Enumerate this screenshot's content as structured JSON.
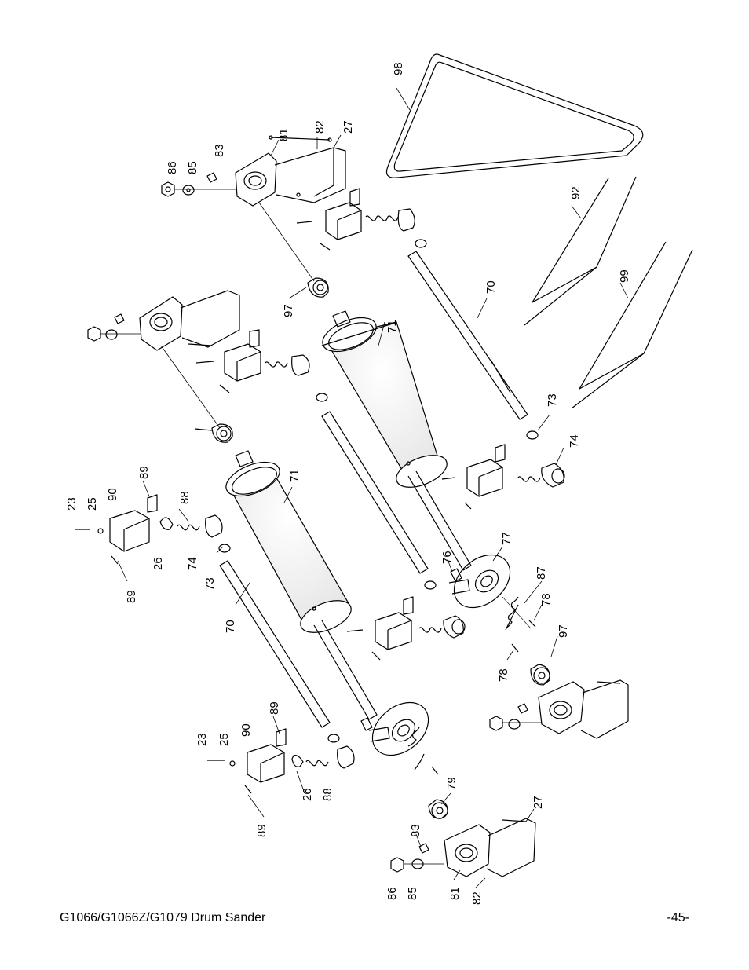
{
  "footer": {
    "manual_title": "G1066/G1066Z/G1079 Drum Sander",
    "page_number": "-45-"
  },
  "callouts": {
    "c98": "98",
    "c82a": "82",
    "c27a": "27",
    "c81a": "81",
    "c83a": "83",
    "c85a": "85",
    "c86a": "86",
    "c92": "92",
    "c99": "99",
    "c70a": "70",
    "c71a": "71",
    "c97a": "97",
    "c73a": "73",
    "c74a": "74",
    "c23a": "23",
    "c25a": "25",
    "c90a": "90",
    "c89a": "89",
    "c88a": "88",
    "c26a": "26",
    "c74b": "74",
    "c73b": "73",
    "c89b": "89",
    "c71b": "71",
    "c70b": "70",
    "c77": "77",
    "c76": "76",
    "c87": "87",
    "c78a": "78",
    "c97b": "97",
    "c78b": "78",
    "c23b": "23",
    "c25b": "25",
    "c90b": "90",
    "c89c": "89",
    "c26b": "26",
    "c88b": "88",
    "c89d": "89",
    "c79": "79",
    "c27b": "27",
    "c83b": "83",
    "c86b": "86",
    "c85b": "85",
    "c81b": "81",
    "c82b": "82"
  }
}
